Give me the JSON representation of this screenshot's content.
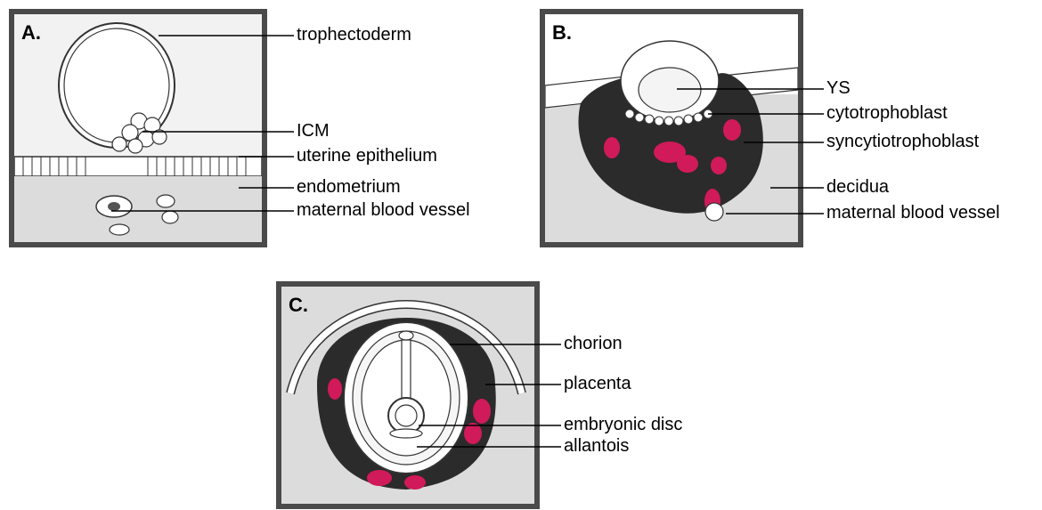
{
  "panels": {
    "a": {
      "letter": "A.",
      "labels": [
        "trophectoderm",
        "ICM",
        "uterine epithelium",
        "endometrium",
        "maternal blood vessel"
      ]
    },
    "b": {
      "letter": "B.",
      "labels": [
        "YS",
        "cytotrophoblast",
        "syncytiotrophoblast",
        "decidua",
        "maternal blood vessel"
      ]
    },
    "c": {
      "letter": "C.",
      "labels": [
        "chorion",
        "placenta",
        "embryonic disc",
        "allantois"
      ]
    }
  },
  "colors": {
    "frame": "#4a4a4a",
    "tissue": "#dcdcdc",
    "trophoblast_dark": "#2b2b2b",
    "blood": "#d01a5a"
  }
}
